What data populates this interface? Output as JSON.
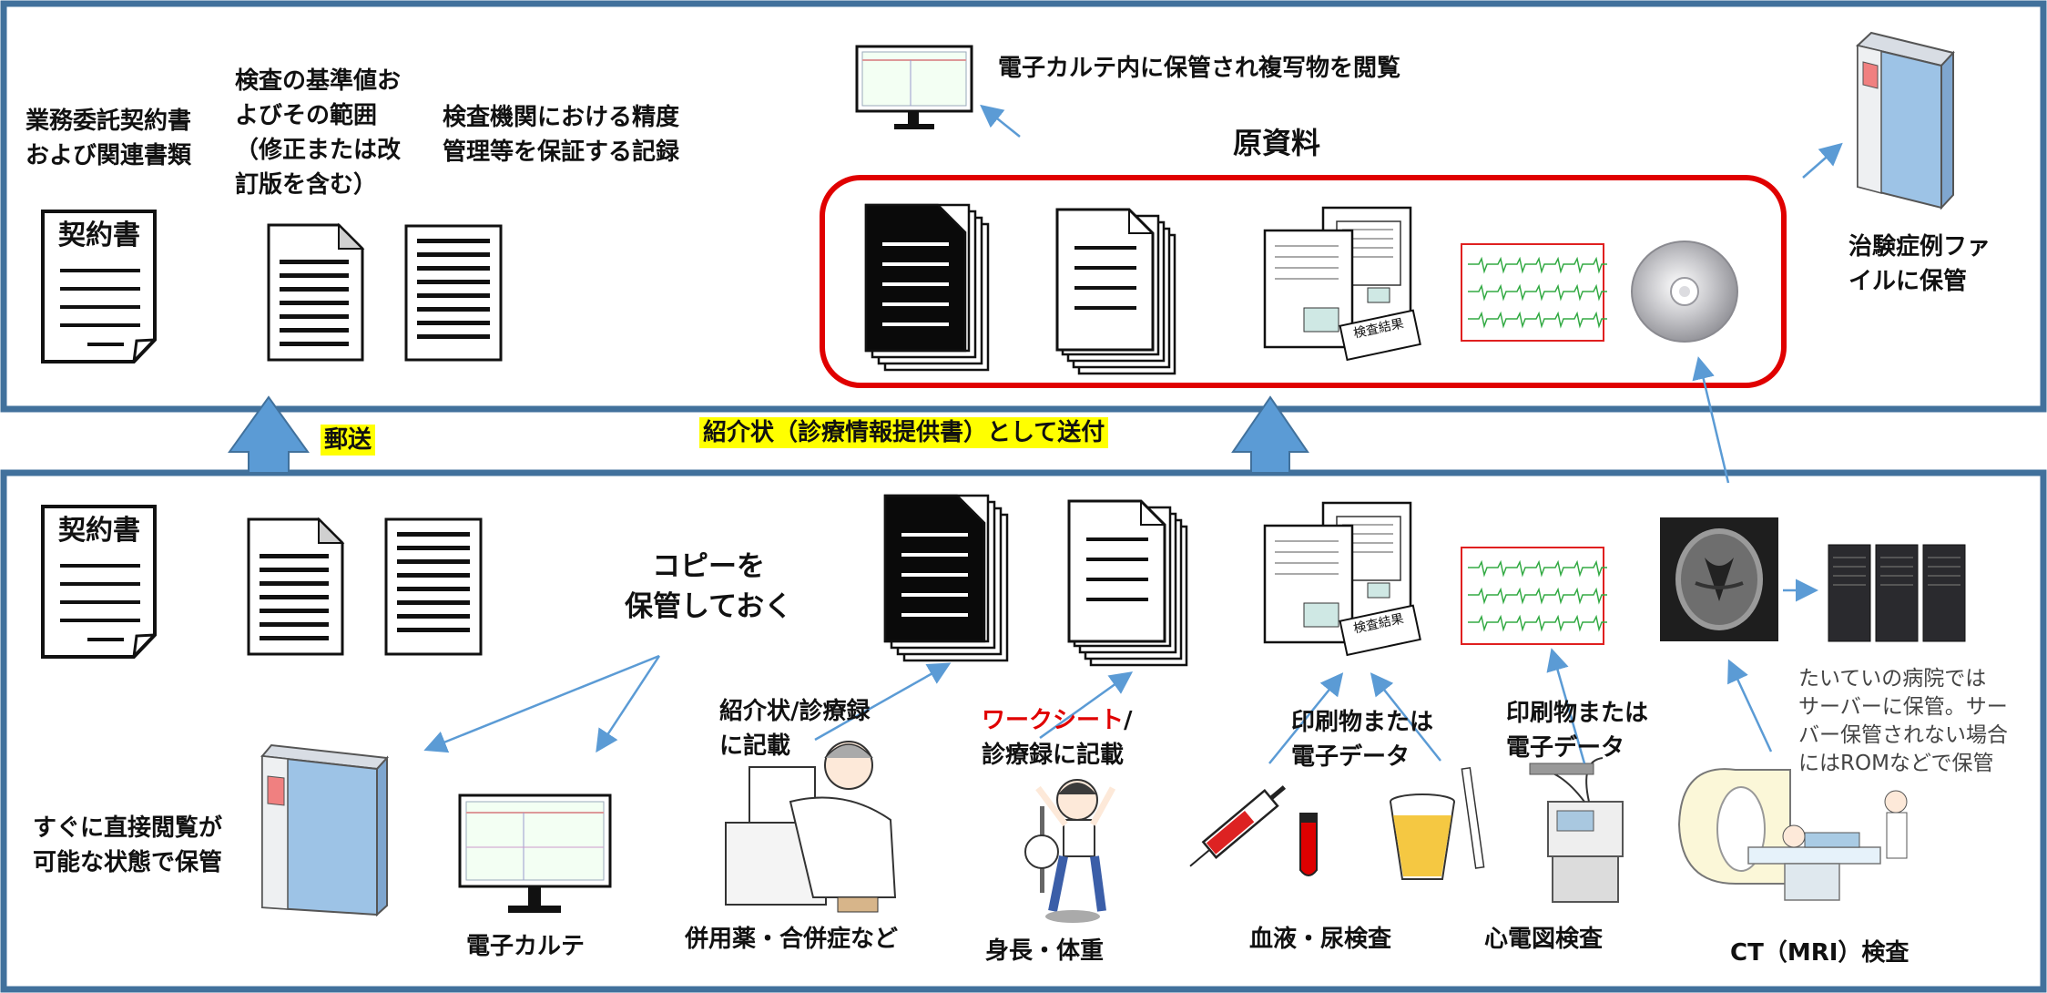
{
  "top_panel": {
    "doc_contract": [
      "業務委託契約書",
      "および関連書類"
    ],
    "doc_reference": [
      "検査の基準値お",
      "よびその範囲",
      "（修正または改",
      "訂版を含む）"
    ],
    "doc_accuracy": [
      "検査機関における精度",
      "管理等を保証する記録"
    ],
    "contract_stamp": "契約書",
    "emr_view": "電子カルテ内に保管され複写物を閲覧",
    "source_title": "原資料",
    "case_file": [
      "治験症例ファ",
      "イルに保管"
    ],
    "result_card": "検査結果"
  },
  "transfer": {
    "mail": "郵送",
    "referral": "紹介状（診療情報提供書）として送付"
  },
  "bottom_panel": {
    "contract_stamp": "契約書",
    "keep_copy": [
      "コピーを",
      "保管しておく"
    ],
    "direct_view": [
      "すぐに直接閲覧が",
      "可能な状態で保管"
    ],
    "emr": "電子カルテ",
    "referral_record": [
      "紹介状/診療録",
      "に記載"
    ],
    "worksheet_word": "ワークシート",
    "worksheet_rest": "/",
    "worksheet_line2": "診療録に記載",
    "print_blood": [
      "印刷物または",
      "電子データ"
    ],
    "print_ecg": [
      "印刷物または",
      "電子データ"
    ],
    "server_note": [
      "たいていの病院では",
      "サーバーに保管。サー",
      "バー保管されない場合",
      "にはROMなどで保管"
    ],
    "result_card": "検査結果",
    "captions": {
      "meds": "併用薬・合併症など",
      "height": "身長・体重",
      "blood": "血液・尿検査",
      "ecg": "心電図検査",
      "ct": "CT（MRI）検査"
    }
  },
  "colors": {
    "frame": "#41719c",
    "source_box": "#e00000",
    "arrow_fill": "#5b9bd5",
    "highlight": "#ffff00",
    "binder": "#9dc3e6",
    "ecg_trace": "#33aa44"
  }
}
